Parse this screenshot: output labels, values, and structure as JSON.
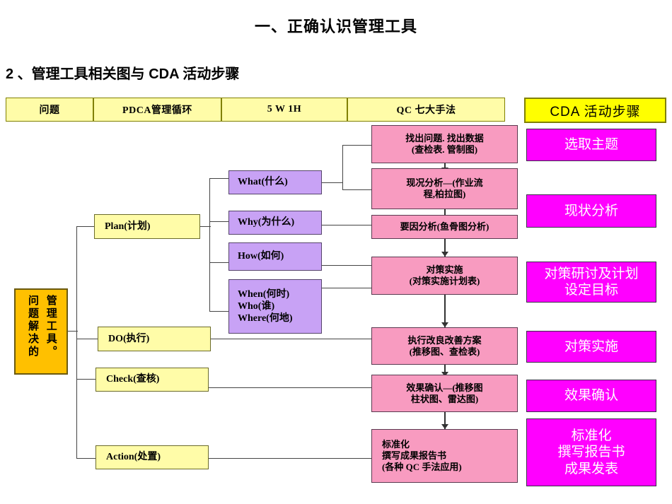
{
  "slide": {
    "main_title": "一、正确认识管理工具",
    "sub_title": "2 、管理工具相关图与 CDA 活动步骤"
  },
  "header": {
    "columns": [
      {
        "label": "问题"
      },
      {
        "label": "PDCA管理循环"
      },
      {
        "label": "5 W 1H"
      },
      {
        "label": "QC 七大手法"
      },
      {
        "label": "CDA 活动步骤"
      }
    ]
  },
  "root": {
    "col_right": "管理工具。",
    "col_left": "问题解决的"
  },
  "pdca": {
    "items": [
      {
        "label": "Plan(计划)"
      },
      {
        "label": "DO(执行)"
      },
      {
        "label": "Check(查核)"
      },
      {
        "label": "Action(处置)"
      }
    ]
  },
  "w5h1": {
    "items": [
      {
        "lines": [
          "What(什么)"
        ]
      },
      {
        "lines": [
          "Why(为什么)"
        ]
      },
      {
        "lines": [
          "How(如何)"
        ]
      },
      {
        "lines": [
          "When(何时)",
          "Who(谁)",
          "Where(何地)"
        ]
      }
    ]
  },
  "qc": {
    "items": [
      {
        "lines": [
          "找出问题. 找出数据",
          "(查检表. 管制图)"
        ]
      },
      {
        "lines": [
          "现况分析—(作业流",
          "程,柏拉图)"
        ]
      },
      {
        "lines": [
          "要因分析(鱼骨图分析)"
        ]
      },
      {
        "lines": [
          "对策实施",
          "(对策实施计划表)"
        ]
      },
      {
        "lines": [
          "执行改良改善方案",
          "(推移图、查检表)"
        ]
      },
      {
        "lines": [
          "效果确认—(推移图",
          "柱状图、雷达图)"
        ]
      },
      {
        "lines": [
          "标准化",
          "撰写成果报告书",
          "(各种 QC 手法应用)"
        ]
      }
    ]
  },
  "cda": {
    "items": [
      {
        "lines": [
          "选取主题"
        ]
      },
      {
        "lines": [
          "现状分析"
        ]
      },
      {
        "lines": [
          "对策研讨及计划",
          "设定目标"
        ]
      },
      {
        "lines": [
          "对策实施"
        ]
      },
      {
        "lines": [
          "效果确认"
        ]
      },
      {
        "lines": [
          "标准化",
          "撰写报告书",
          "成果发表"
        ]
      }
    ]
  },
  "colors": {
    "header_yellow": "#FFFCA8",
    "cda_header_yellow": "#FFFF00",
    "root_orange": "#FFC000",
    "pdca_yellow": "#FFFCA8",
    "w5h1_purple": "#C8A2F5",
    "qc_pink": "#F89BC0",
    "cda_magenta": "#FF00FF",
    "connector_gray": "#444444"
  }
}
